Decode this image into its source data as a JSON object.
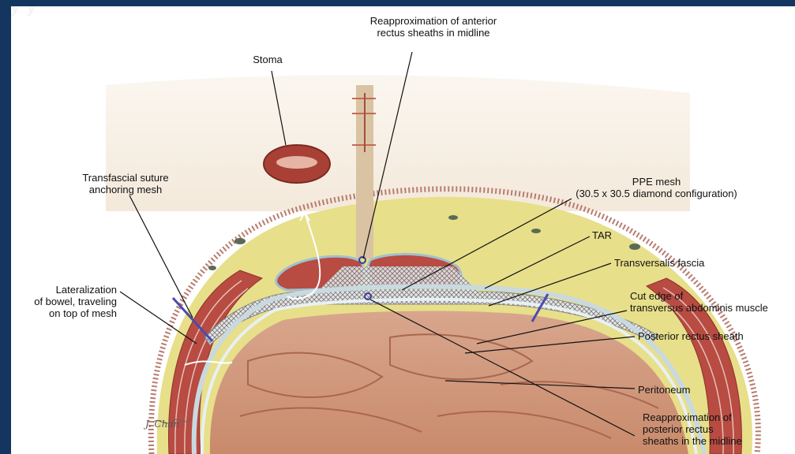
{
  "header": {
    "title_fragment": "y y"
  },
  "labels": {
    "reapprox_anterior_line1": "Reapproximation of anterior",
    "reapprox_anterior_line2": "rectus sheaths in midline",
    "stoma": "Stoma",
    "transfascial_line1": "Transfascial suture",
    "transfascial_line2": "anchoring mesh",
    "ppe_mesh_line1": "PPE mesh",
    "ppe_mesh_line2": "(30.5 x 30.5 diamond configuration)",
    "tar": "TAR",
    "transversalis": "Transversalis fascia",
    "lateralization_line1": "Lateralization",
    "lateralization_line2": "of bowel, traveling",
    "lateralization_line3": "on top of mesh",
    "cut_edge_line1": "Cut edge of",
    "cut_edge_line2": "transversus abdominis muscle",
    "posterior_rectus": "Posterior rectus sheath",
    "peritoneum": "Peritoneum",
    "reapprox_posterior_line1": "Reapproximation of",
    "reapprox_posterior_line2": "posterior rectus",
    "reapprox_posterior_line3": "sheaths in the midline",
    "signature": "J. Chan"
  },
  "colors": {
    "background_frame": "#14365e",
    "panel": "#ffffff",
    "fat": "#e7df8a",
    "muscle": "#b84b42",
    "fascia": "#c9d9e0",
    "viscera": "#d79f84",
    "mesh": "#cfcfcf"
  }
}
